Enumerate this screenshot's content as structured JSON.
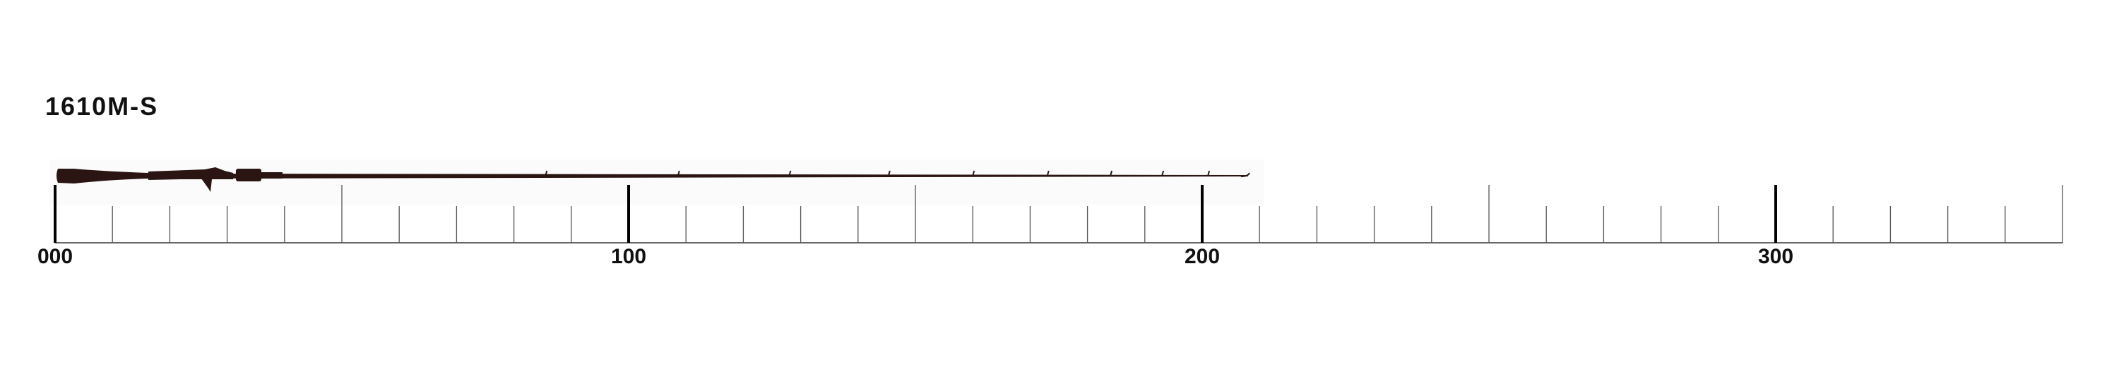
{
  "model": "1610M-S",
  "ruler": {
    "max": 350,
    "minor_step": 10,
    "mid_step": 50,
    "major_step": 100,
    "labels": [
      {
        "value": 0,
        "text": "000"
      },
      {
        "value": 100,
        "text": "100"
      },
      {
        "value": 200,
        "text": "200"
      },
      {
        "value": 300,
        "text": "300"
      }
    ]
  },
  "rod": {
    "length": 208,
    "guides": [
      85.5,
      108.6,
      128,
      145.3,
      160,
      173,
      184,
      193,
      201
    ],
    "color": "#2a1512"
  }
}
